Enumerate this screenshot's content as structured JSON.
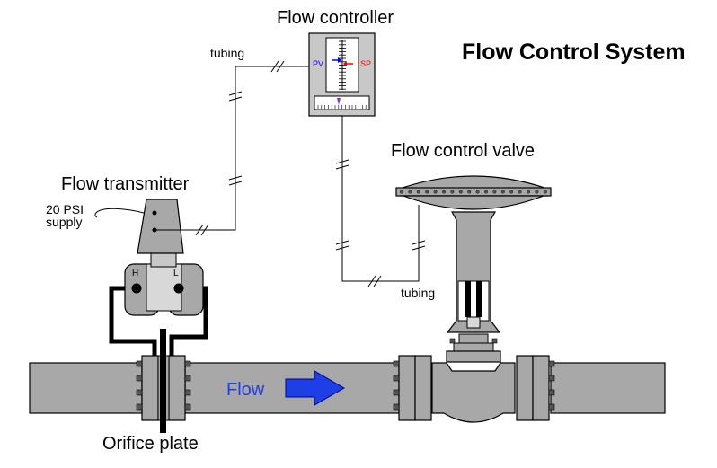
{
  "title": "Flow Control System",
  "labels": {
    "flow_controller": "Flow controller",
    "flow_transmitter": "Flow transmitter",
    "flow_control_valve": "Flow control valve",
    "orifice_plate": "Orifice plate",
    "tubing_top": "tubing",
    "tubing_bottom": "tubing",
    "supply_line1": "20 PSI",
    "supply_line2": "supply",
    "flow": "Flow"
  },
  "controller": {
    "pv": "PV",
    "sp": "SP"
  },
  "transmitter": {
    "high": "H",
    "low": "L"
  },
  "colors": {
    "pipe": "#a8a8a8",
    "outline": "#000000",
    "pv": "#0000ff",
    "sp": "#ff0000",
    "flow_arrow": "#1f3fe6",
    "output_marker": "#8a2be2"
  }
}
